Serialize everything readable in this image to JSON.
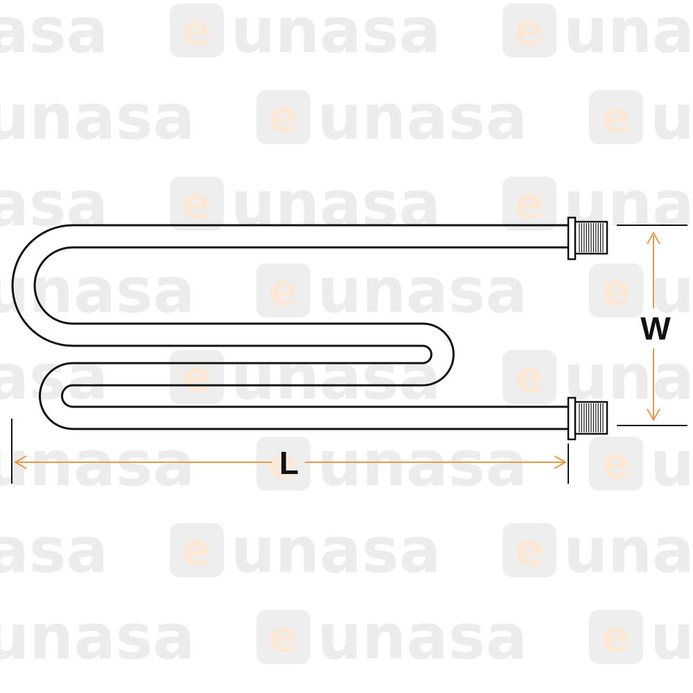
{
  "watermark": {
    "brand_text": "unasa",
    "e_letter": "e",
    "text_color": "#ececec",
    "badge_color": "#eeeeee",
    "e_color": "#fbe8d6"
  },
  "dimensions": {
    "width_label": "W",
    "length_label": "L",
    "arrow_color": "#e8964a"
  },
  "element": {
    "name": "tubular heating element",
    "outline_color": "#111111"
  }
}
